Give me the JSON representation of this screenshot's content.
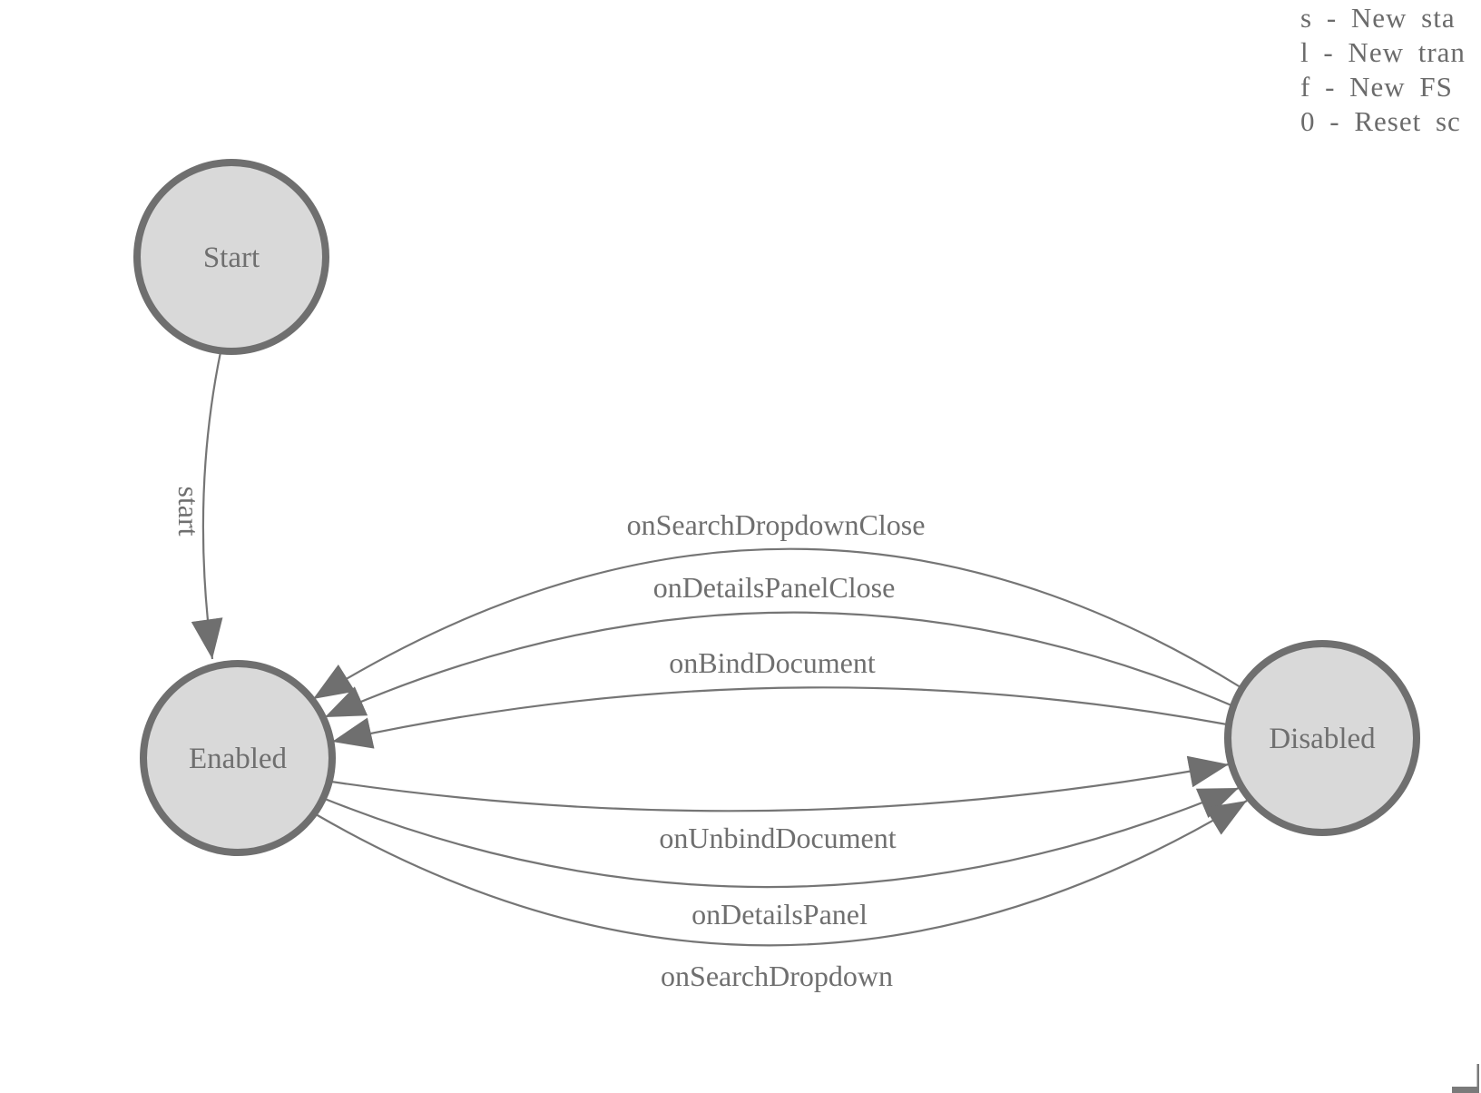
{
  "legend": {
    "lines": [
      "s - New sta",
      "l - New tran",
      "f - New FS",
      "0 - Reset sc"
    ]
  },
  "diagram": {
    "type": "state-machine",
    "nodes": [
      {
        "id": "start",
        "label": "Start"
      },
      {
        "id": "enabled",
        "label": "Enabled"
      },
      {
        "id": "disabled",
        "label": "Disabled"
      }
    ],
    "edges": [
      {
        "from": "start",
        "to": "enabled",
        "label": "start"
      },
      {
        "from": "disabled",
        "to": "enabled",
        "label": "onSearchDropdownClose"
      },
      {
        "from": "disabled",
        "to": "enabled",
        "label": "onDetailsPanelClose"
      },
      {
        "from": "disabled",
        "to": "enabled",
        "label": "onBindDocument"
      },
      {
        "from": "enabled",
        "to": "disabled",
        "label": "onUnbindDocument"
      },
      {
        "from": "enabled",
        "to": "disabled",
        "label": "onDetailsPanel"
      },
      {
        "from": "enabled",
        "to": "disabled",
        "label": "onSearchDropdown"
      }
    ],
    "colors": {
      "node_fill": "#d9d9d9",
      "node_stroke": "#6f6f6f",
      "edge_stroke": "#757575",
      "text": "#6f6f6f"
    }
  }
}
